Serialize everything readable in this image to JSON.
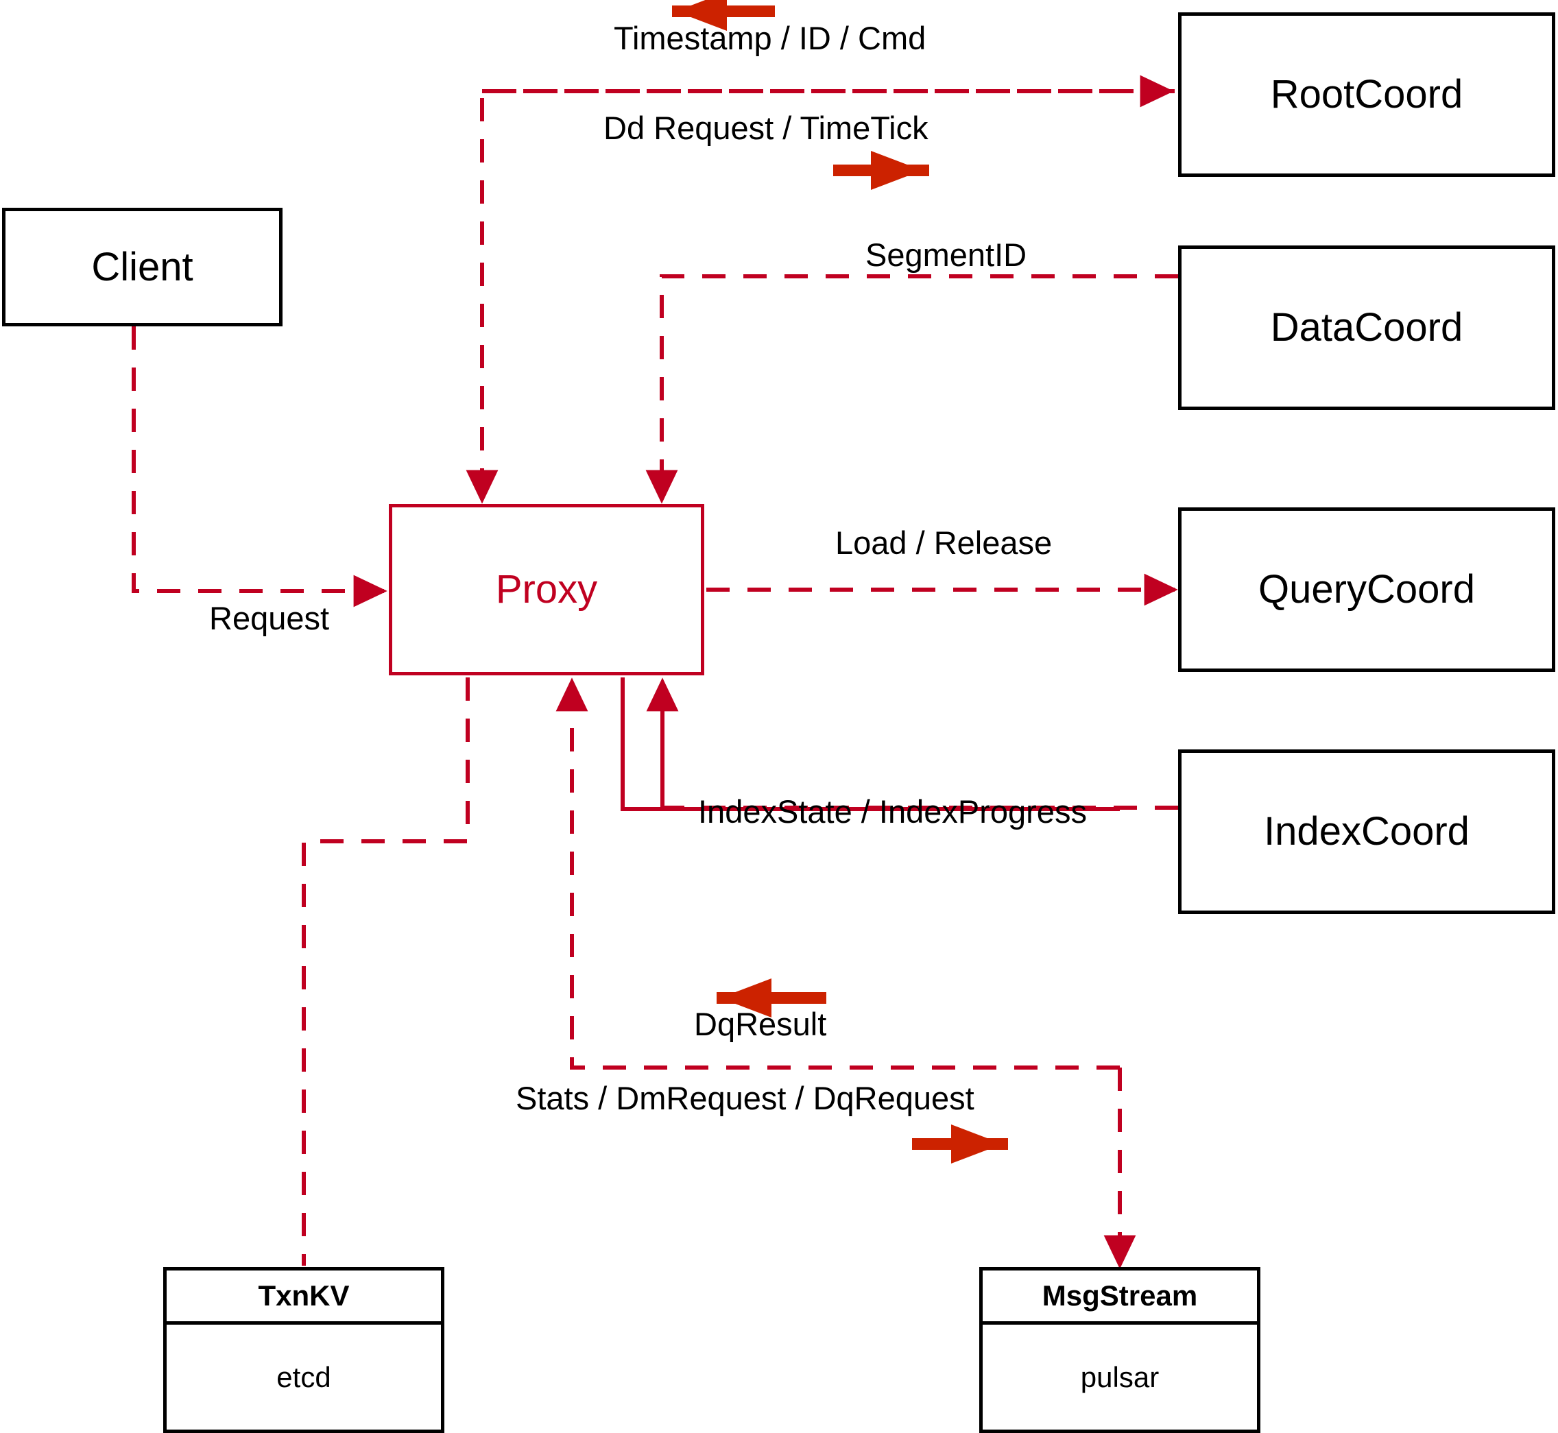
{
  "diagram": {
    "title": "Milvus Proxy interaction diagram",
    "accent_red": "#C00020",
    "arrow_red": "#CC2200",
    "line_black": "#000000"
  },
  "nodes": {
    "client": {
      "label": "Client"
    },
    "proxy": {
      "label": "Proxy"
    },
    "root_coord": {
      "label": "RootCoord"
    },
    "data_coord": {
      "label": "DataCoord"
    },
    "query_coord": {
      "label": "QueryCoord"
    },
    "index_coord": {
      "label": "IndexCoord"
    },
    "txnkv": {
      "header": "TxnKV",
      "body": "etcd"
    },
    "msgstream": {
      "header": "MsgStream",
      "body": "pulsar"
    }
  },
  "edges": {
    "client_request": {
      "label": "Request"
    },
    "rootcoord_response": {
      "label": "Timestamp / ID / Cmd"
    },
    "rootcoord_request": {
      "label": "Dd Request / TimeTick"
    },
    "datacoord_segmentid": {
      "label": "SegmentID"
    },
    "querycoord_load": {
      "label": "Load / Release"
    },
    "indexcoord_state": {
      "label": "IndexState / IndexProgress"
    },
    "msgstream_result": {
      "label": "DqResult"
    },
    "msgstream_request": {
      "label": "Stats / DmRequest / DqRequest"
    }
  }
}
